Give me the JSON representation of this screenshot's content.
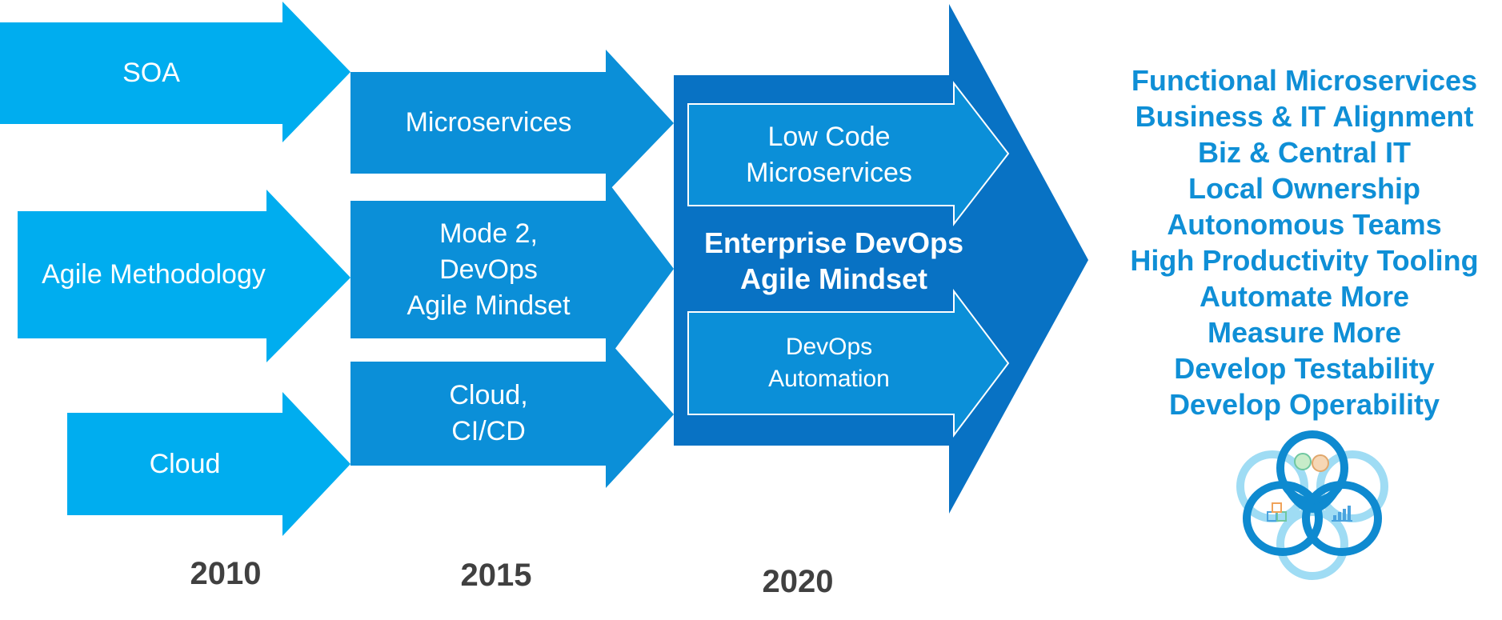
{
  "colors": {
    "arrow_light": "#00adef",
    "arrow_mid": "#0b8fd8",
    "arrow_dark": "#0872c4",
    "outcome_text": "#0f8fd6",
    "year_text": "#404040",
    "logo_light": "#9fdcf4",
    "logo_dark": "#0e8ad0"
  },
  "stage_2010": {
    "year": "2010",
    "arrows": [
      "SOA",
      "Agile Methodology",
      "Cloud"
    ]
  },
  "stage_2015": {
    "year": "2015",
    "arrows": [
      {
        "lines": [
          "Microservices"
        ]
      },
      {
        "lines": [
          "Mode 2,",
          "DevOps",
          "Agile Mindset"
        ]
      },
      {
        "lines": [
          "Cloud,",
          "CI/CD"
        ]
      }
    ]
  },
  "stage_2020": {
    "year": "2020",
    "headline": [
      "Enterprise DevOps",
      "Agile Mindset"
    ],
    "inner_arrows": [
      {
        "lines": [
          "Low Code",
          "Microservices"
        ]
      },
      {
        "lines": [
          "DevOps",
          "Automation"
        ]
      }
    ]
  },
  "outcomes": [
    "Functional Microservices",
    "Business & IT Alignment",
    "Biz & Central IT",
    "Local Ownership",
    "Autonomous Teams",
    "High Productivity Tooling",
    "Automate More",
    "Measure More",
    "Develop Testability",
    "Develop Operability"
  ],
  "icons": [
    "trefoil-loop-logo-icon",
    "people-icon",
    "cubes-icon",
    "bar-chart-icon"
  ]
}
